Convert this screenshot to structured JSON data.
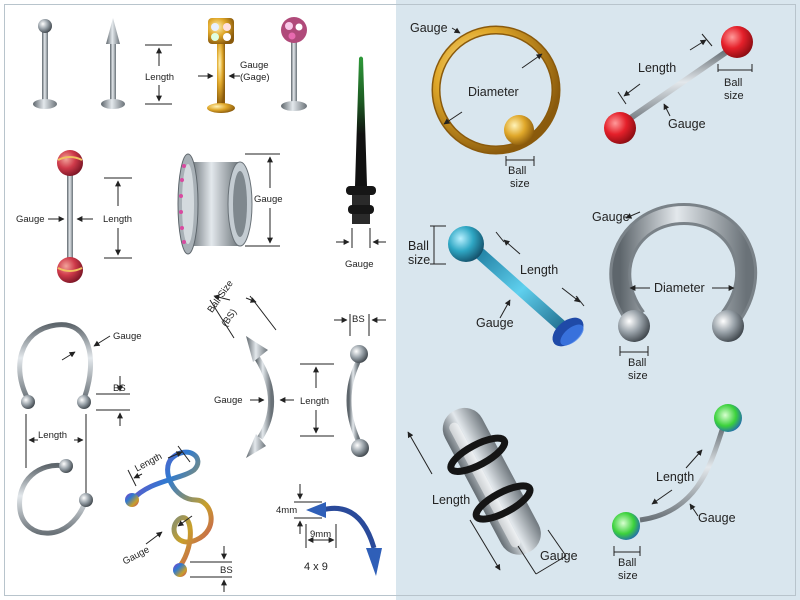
{
  "colors": {
    "background_left": "#ffffff",
    "background_right": "#d9e6ee",
    "steel": "#9aa3aa",
    "gold": "#e0a82a",
    "red": "#e5202a",
    "teal": "#2fa7c4",
    "green": "#2f9a3a",
    "black": "#222222"
  },
  "left_panel": {
    "labret": {
      "length": "Length",
      "gauge": "Gauge",
      "gauge_alt": "(Gage)"
    },
    "barbell": {
      "gauge": "Gauge",
      "length": "Length"
    },
    "tunnel": {
      "gauge": "Gauge"
    },
    "taper": {
      "gauge": "Gauge"
    },
    "horseshoe_curl": {
      "gauge": "Gauge",
      "bs": "BS",
      "length": "Length"
    },
    "spiked_banana": {
      "ball_size": "Ball Size",
      "bs_paren": "(BS)",
      "gauge": "Gauge"
    },
    "curved_barbell": {
      "bs": "BS",
      "length": "Length"
    },
    "spiral": {
      "length": "Length",
      "gauge": "Gauge",
      "bs": "BS"
    },
    "blue_banana": {
      "dim_vertical": "4mm",
      "dim_horizontal": "9mm",
      "size_caption": "4 x 9"
    }
  },
  "right_panel": {
    "bcr": {
      "gauge": "Gauge",
      "diameter": "Diameter",
      "ball": "Ball",
      "size": "size"
    },
    "straight_barbell": {
      "length": "Length",
      "ball": "Ball",
      "size": "size",
      "gauge": "Gauge"
    },
    "labret_teal": {
      "ball": "Ball",
      "size": "size",
      "length": "Length",
      "gauge": "Gauge"
    },
    "circular_barbell": {
      "gauge": "Gauge",
      "diameter": "Diameter",
      "ball": "Ball",
      "size": "size"
    },
    "plug": {
      "length": "Length",
      "gauge": "Gauge"
    },
    "curved_uv": {
      "length": "Length",
      "gauge": "Gauge",
      "ball": "Ball",
      "size": "size"
    }
  }
}
